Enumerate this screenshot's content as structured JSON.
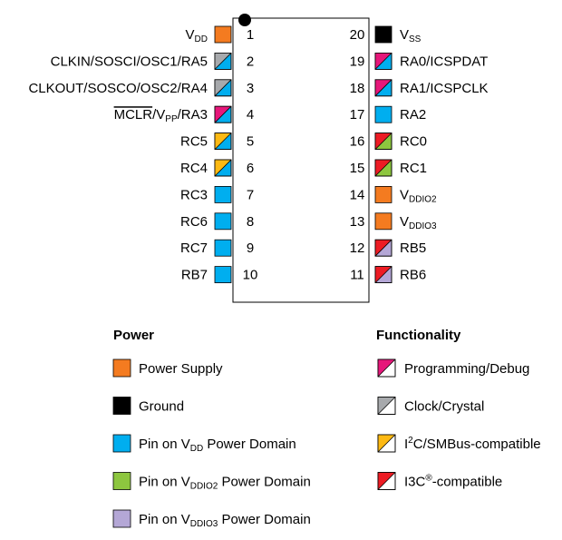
{
  "colors": {
    "power_supply": "#F47B20",
    "ground": "#000000",
    "vdd_domain": "#00AEEF",
    "vddio2_domain": "#8DC63F",
    "vddio3_domain": "#B4A7D6",
    "programming": "#E6177A",
    "clock": "#A7A9AC",
    "i2c": "#FDB913",
    "i3c": "#ED1C24"
  },
  "left_pins": [
    {
      "number": "1",
      "name": "V",
      "sub": "DD",
      "suffix": "",
      "overline": "",
      "color": "power_supply",
      "func": ""
    },
    {
      "number": "2",
      "name": "CLKIN/SOSCI/OSC1/RA5",
      "sub": "",
      "suffix": "",
      "overline": "",
      "color": "vdd_domain",
      "func": "clock"
    },
    {
      "number": "3",
      "name": "CLKOUT/SOSCO/OSC2/RA4",
      "sub": "",
      "suffix": "",
      "overline": "",
      "color": "vdd_domain",
      "func": "clock"
    },
    {
      "number": "4",
      "name": "/V",
      "sub": "PP",
      "suffix": "/RA3",
      "overline": "MCLR",
      "color": "vdd_domain",
      "func": "programming"
    },
    {
      "number": "5",
      "name": "RC5",
      "sub": "",
      "suffix": "",
      "overline": "",
      "color": "vdd_domain",
      "func": "i2c"
    },
    {
      "number": "6",
      "name": "RC4",
      "sub": "",
      "suffix": "",
      "overline": "",
      "color": "vdd_domain",
      "func": "i2c"
    },
    {
      "number": "7",
      "name": "RC3",
      "sub": "",
      "suffix": "",
      "overline": "",
      "color": "vdd_domain",
      "func": ""
    },
    {
      "number": "8",
      "name": "RC6",
      "sub": "",
      "suffix": "",
      "overline": "",
      "color": "vdd_domain",
      "func": ""
    },
    {
      "number": "9",
      "name": "RC7",
      "sub": "",
      "suffix": "",
      "overline": "",
      "color": "vdd_domain",
      "func": ""
    },
    {
      "number": "10",
      "name": "RB7",
      "sub": "",
      "suffix": "",
      "overline": "",
      "color": "vdd_domain",
      "func": ""
    }
  ],
  "right_pins": [
    {
      "number": "20",
      "name": "V",
      "sub": "SS",
      "suffix": "",
      "color": "ground",
      "func": ""
    },
    {
      "number": "19",
      "name": "RA0/ICSPDAT",
      "sub": "",
      "suffix": "",
      "color": "vdd_domain",
      "func": "programming"
    },
    {
      "number": "18",
      "name": "RA1/ICSPCLK",
      "sub": "",
      "suffix": "",
      "color": "vdd_domain",
      "func": "programming"
    },
    {
      "number": "17",
      "name": "RA2",
      "sub": "",
      "suffix": "",
      "color": "vdd_domain",
      "func": ""
    },
    {
      "number": "16",
      "name": "RC0",
      "sub": "",
      "suffix": "",
      "color": "vddio2_domain",
      "func": "i3c"
    },
    {
      "number": "15",
      "name": "RC1",
      "sub": "",
      "suffix": "",
      "color": "vddio2_domain",
      "func": "i3c"
    },
    {
      "number": "14",
      "name": "V",
      "sub": "DDIO2",
      "suffix": "",
      "color": "power_supply",
      "func": ""
    },
    {
      "number": "13",
      "name": "V",
      "sub": "DDIO3",
      "suffix": "",
      "color": "power_supply",
      "func": ""
    },
    {
      "number": "12",
      "name": "RB5",
      "sub": "",
      "suffix": "",
      "color": "vddio3_domain",
      "func": "i3c"
    },
    {
      "number": "11",
      "name": "RB6",
      "sub": "",
      "suffix": "",
      "color": "vddio3_domain",
      "func": "i3c"
    }
  ],
  "legend": {
    "power_title": "Power",
    "functionality_title": "Functionality",
    "power_items": [
      {
        "color": "power_supply",
        "parts": [
          {
            "t": "Power Supply"
          }
        ]
      },
      {
        "color": "ground",
        "parts": [
          {
            "t": "Ground"
          }
        ]
      },
      {
        "color": "vdd_domain",
        "parts": [
          {
            "t": "Pin on V"
          },
          {
            "t": "DD",
            "sub": true
          },
          {
            "t": " Power Domain"
          }
        ]
      },
      {
        "color": "vddio2_domain",
        "parts": [
          {
            "t": "Pin on V"
          },
          {
            "t": "DDIO2",
            "sub": true
          },
          {
            "t": " Power Domain"
          }
        ]
      },
      {
        "color": "vddio3_domain",
        "parts": [
          {
            "t": "Pin on V"
          },
          {
            "t": "DDIO3",
            "sub": true
          },
          {
            "t": " Power Domain"
          }
        ]
      }
    ],
    "functionality_items": [
      {
        "func": "programming",
        "parts": [
          {
            "t": "Programming/Debug"
          }
        ]
      },
      {
        "func": "clock",
        "parts": [
          {
            "t": "Clock/Crystal"
          }
        ]
      },
      {
        "func": "i2c",
        "parts": [
          {
            "t": "I"
          },
          {
            "t": "2",
            "sup": true
          },
          {
            "t": "C/SMBus-compatible"
          }
        ]
      },
      {
        "func": "i3c",
        "parts": [
          {
            "t": "I3C"
          },
          {
            "t": "®",
            "sup": true
          },
          {
            "t": "-compatible"
          }
        ]
      }
    ]
  }
}
